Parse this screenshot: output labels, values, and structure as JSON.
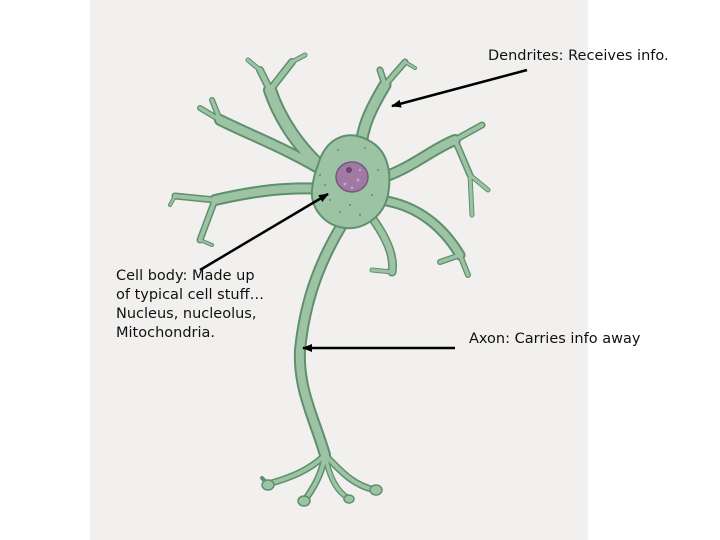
{
  "labels": {
    "dendrites": "Dendrites: Receives info.",
    "cell_body": "Cell body: Made up\nof typical cell stuff…\nNucleus, nucleolus,\nMitochondria.",
    "axon": "Axon: Carries info away"
  },
  "colors": {
    "panel_bg": "#f1f0ee",
    "neuron_fill": "#9cc4a4",
    "neuron_edge": "#5f8f6c",
    "nucleus": "#a07aa5",
    "arrow": "#000000"
  }
}
